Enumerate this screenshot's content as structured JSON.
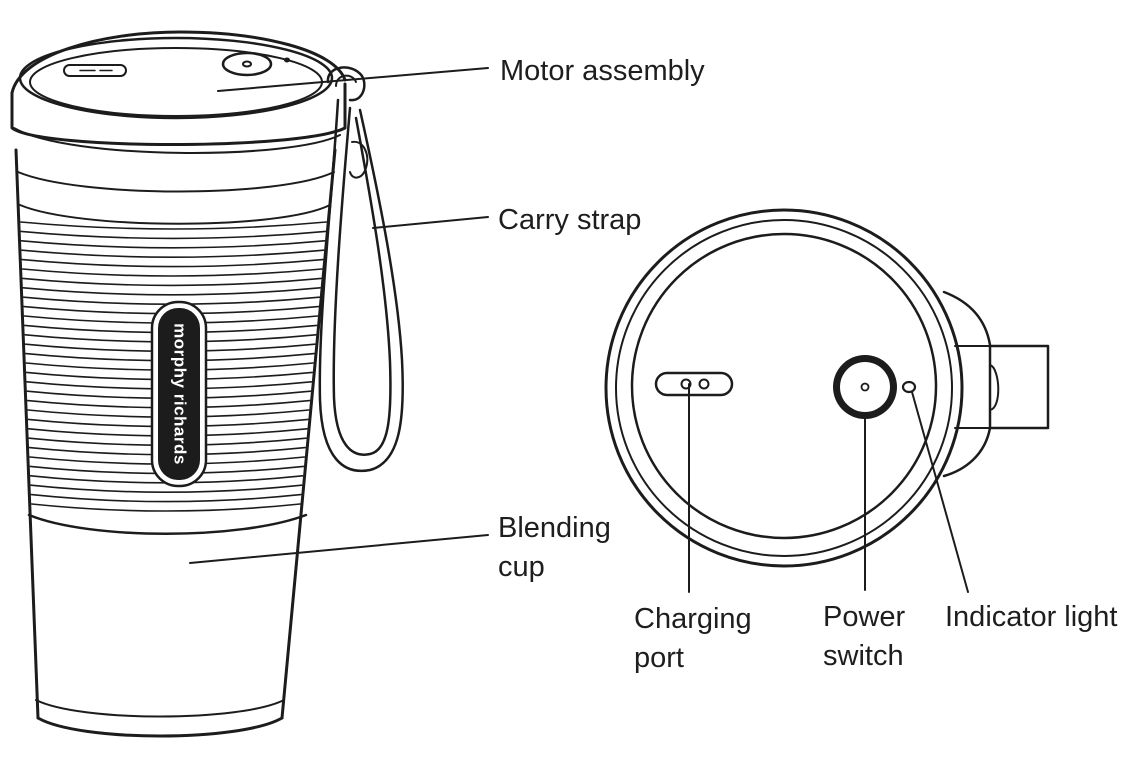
{
  "brand_text": "morphy richards",
  "labels": {
    "motor_assembly": "Motor assembly",
    "carry_strap": "Carry strap",
    "blending_cup_line1": "Blending",
    "blending_cup_line2": "cup",
    "charging_port_line1": "Charging",
    "charging_port_line2": "port",
    "power_switch_line1": "Power",
    "power_switch_line2": "switch",
    "indicator_light": "Indicator light"
  },
  "colors": {
    "line": "#1c1c1c",
    "background": "#ffffff",
    "badge": "#1c1c1c"
  }
}
